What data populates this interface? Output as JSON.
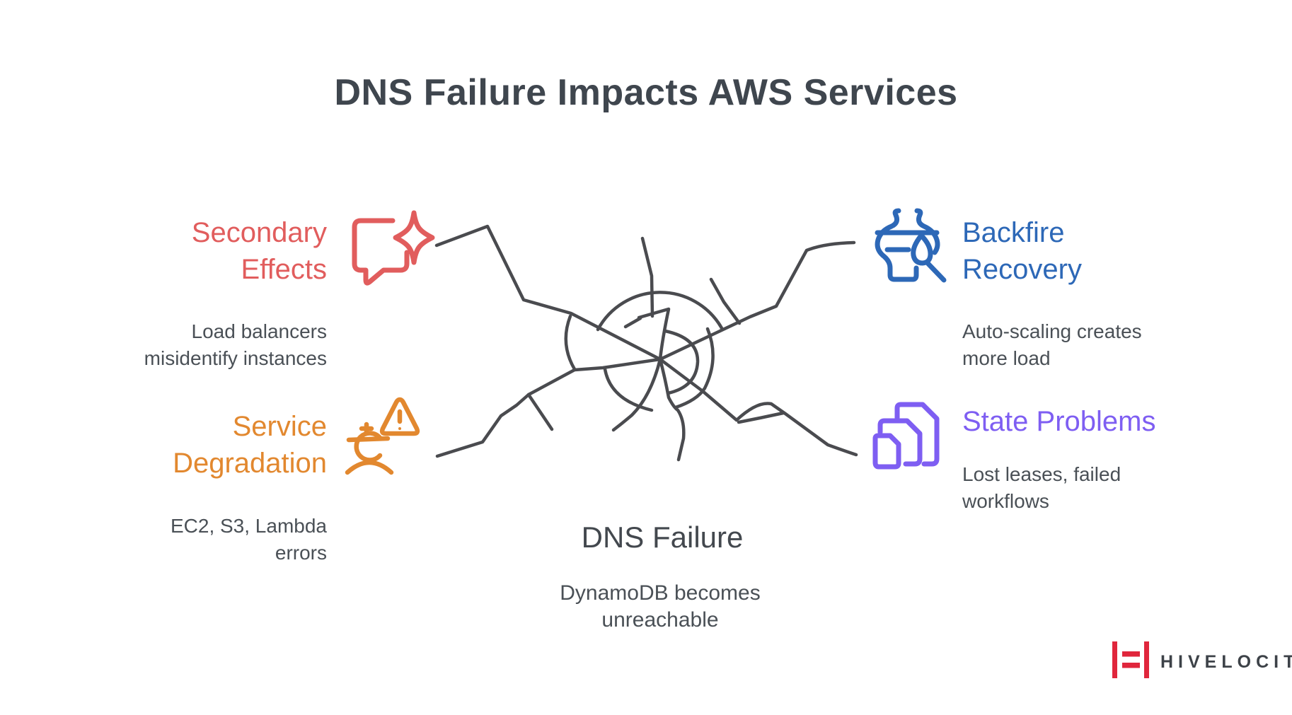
{
  "page": {
    "title": "DNS Failure Impacts AWS Services"
  },
  "center": {
    "heading": "DNS Failure",
    "description": "DynamoDB becomes unreachable"
  },
  "nodes": {
    "secondary_effects": {
      "label": "Secondary Effects",
      "description": "Load balancers misidentify instances",
      "color": "#e15d5d",
      "icon": "chat-sparkle-icon"
    },
    "service_degradation": {
      "label": "Service Degradation",
      "description": "EC2, S3, Lambda errors",
      "color": "#e2882f",
      "icon": "user-warning-icon"
    },
    "backfire_recovery": {
      "label": "Backfire Recovery",
      "description": "Auto-scaling creates more load",
      "color": "#2d68b7",
      "icon": "vase-repair-icon"
    },
    "state_problems": {
      "label": "State Problems",
      "description": "Lost leases, failed workflows",
      "color": "#7e5ef2",
      "icon": "stacked-files-icon"
    }
  },
  "branding": {
    "name": "HIVELOCITY",
    "accent_color": "#e0263c"
  },
  "colors": {
    "web_stroke": "#4a4b4f",
    "title_text": "#3f464e",
    "body_text": "#4a5056"
  }
}
